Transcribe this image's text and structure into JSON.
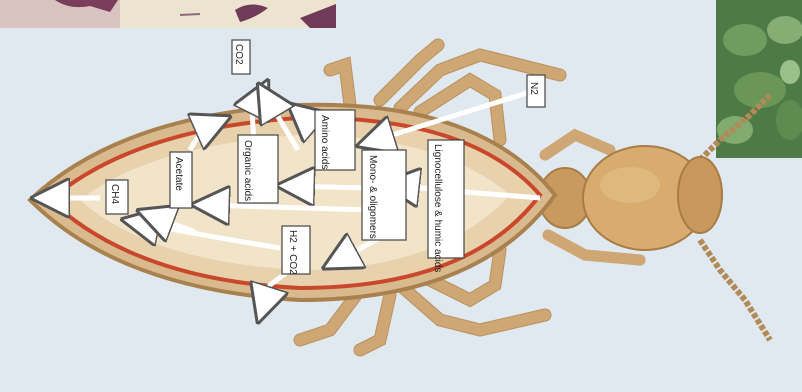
{
  "colors": {
    "background": "#dfe9ef",
    "body_fill": "#e8d1ad",
    "body_inner": "#f2e4c8",
    "outline_red": "#c9482c",
    "leg": "#cfa774",
    "head": "#d7ac6e",
    "arrow": "#ffffff",
    "label_box": "#ffffff"
  },
  "labels": {
    "co2_top": "CO2",
    "n2": "N2",
    "amino_acids": "Amino acids",
    "organic_acids": "Organic acids",
    "acetate": "Acetate",
    "ch4": "CH4",
    "mono_oligomers": "Mono- & oligomers",
    "lignocellulose": "Lignocellulose & humic acids",
    "h2_co2": "H2 + CO2"
  },
  "photos": {
    "top_left": "insect-photo-strip",
    "top_right": "leaf-photo"
  }
}
